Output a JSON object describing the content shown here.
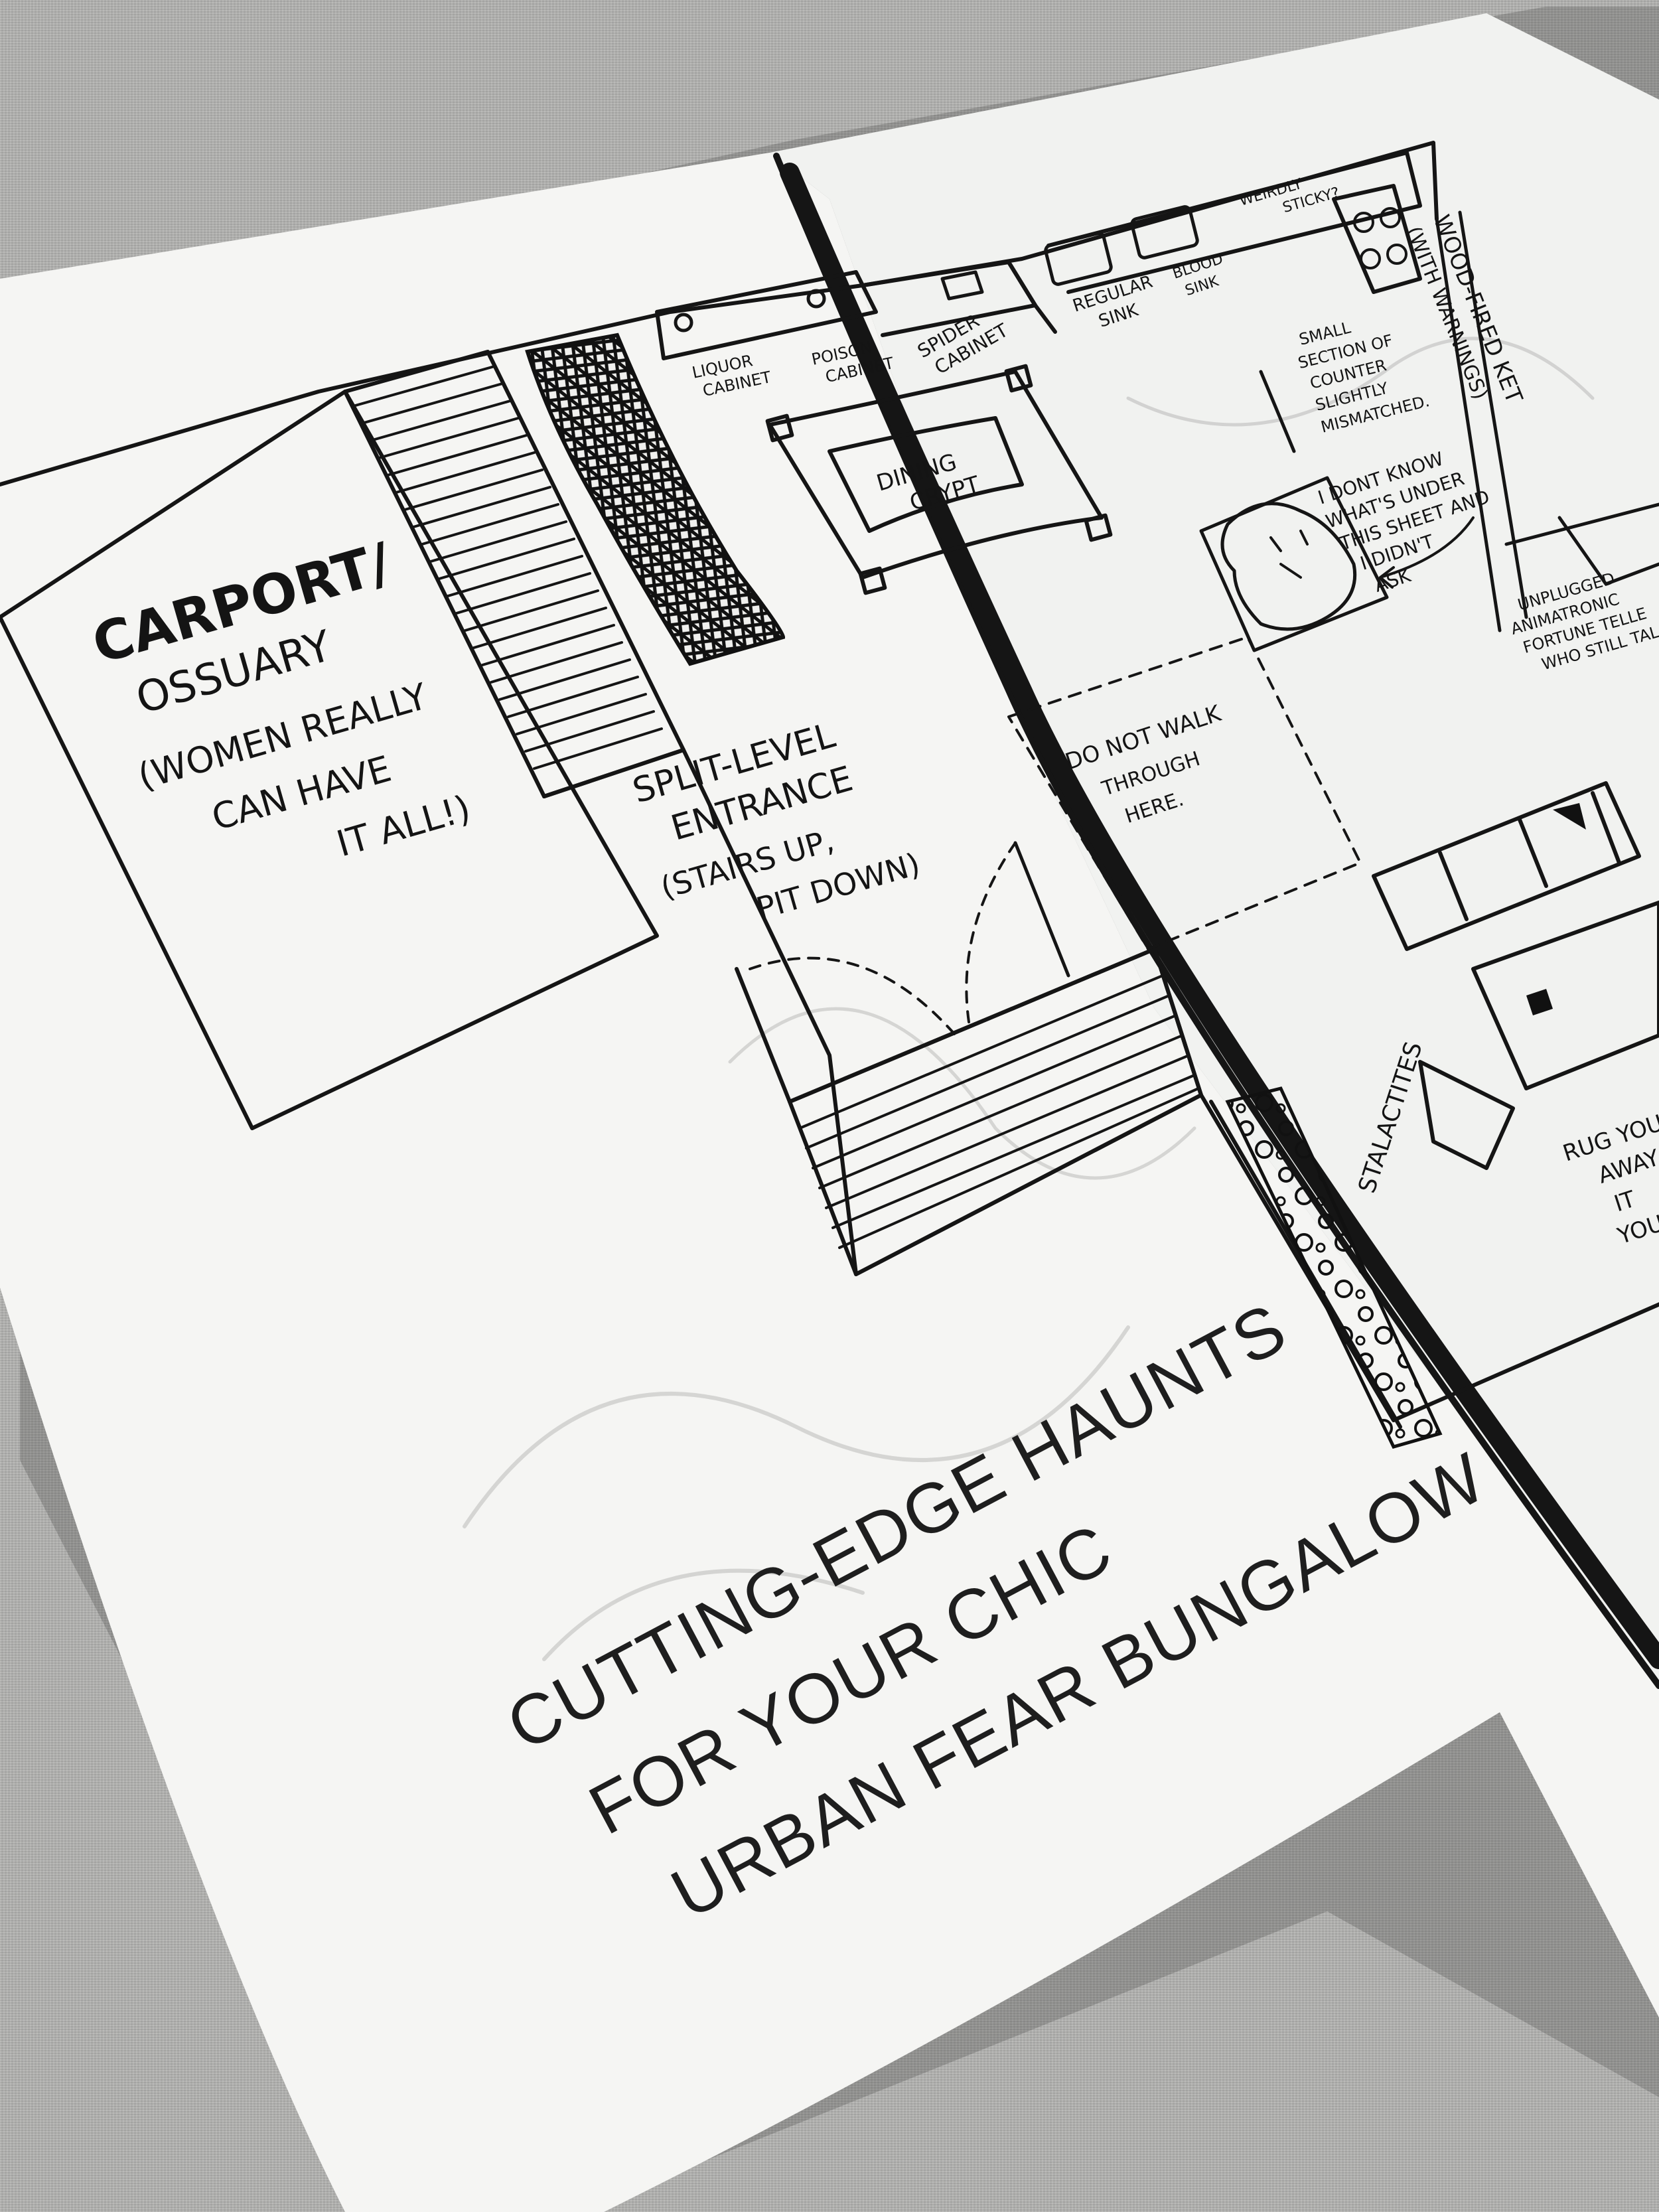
{
  "zine": {
    "title_lines": [
      "CUTTING-EDGE HAUNTS",
      "FOR YOUR CHIC",
      "URBAN FEAR BUNGALOW"
    ]
  },
  "floorplan": {
    "carport": [
      "CARPORT/",
      "OSSUARY",
      "(WOMEN REALLY",
      "CAN HAVE",
      "IT ALL!)"
    ],
    "entrance": [
      "SPLIT-LEVEL",
      "ENTRANCE",
      "(STAIRS UP,",
      "PIT DOWN)"
    ],
    "liquor_cabinet": [
      "LIQUOR",
      "CABINET"
    ],
    "poison_cabinet": [
      "POISON",
      "CABINET"
    ],
    "spider_cabinet": [
      "SPIDER",
      "CABINET"
    ],
    "regular_sink": [
      "REGULAR",
      "SINK"
    ],
    "blood_sink": [
      "BLOOD",
      "SINK"
    ],
    "weirdly_sticky": [
      "WEIRDLY",
      "STICKY?"
    ],
    "counter_note": [
      "SMALL",
      "SECTION OF",
      "COUNTER",
      "SLIGHTLY",
      "MISMATCHED."
    ],
    "sheet_note": [
      "I DONT KNOW",
      "WHAT'S UNDER",
      "THIS SHEET AND",
      "I DIDN'T",
      "ASK"
    ],
    "dining_crypt": [
      "DINING",
      "CRYPT"
    ],
    "do_not_walk": [
      "DO NOT WALK",
      "THROUGH",
      "HERE."
    ],
    "stalactites": "STALACTITES",
    "wood_fired": [
      "WOOD-FIRED KET",
      "(WITH WARNINGS)"
    ],
    "fortune_teller": [
      "UNPLUGGED",
      "ANIMATRONIC",
      "FORTUNE TELLE",
      "WHO STILL TAL"
    ],
    "rug_note": [
      "RUG YOU",
      "AWAY",
      "IT",
      "YOU"
    ]
  },
  "colors": {
    "paper": "#f4f4f2",
    "ink": "#151515",
    "fabric": "#b3b3b1"
  }
}
